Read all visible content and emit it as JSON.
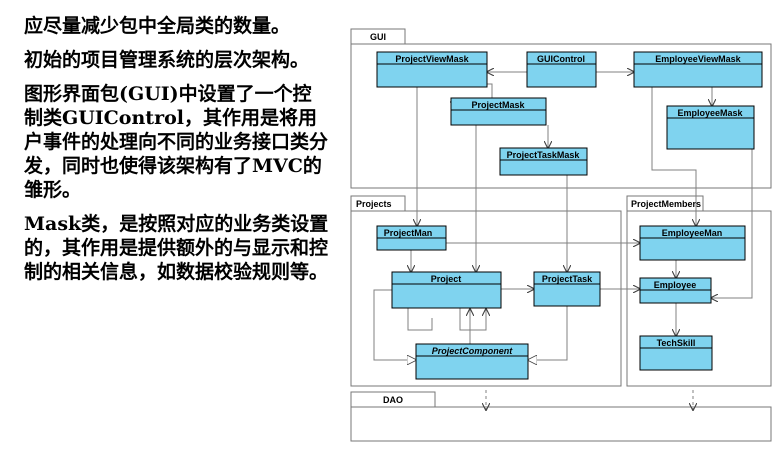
{
  "text": {
    "paragraphs": [
      "应尽量减少包中全局类的数量。",
      "初始的项目管理系统的层次架构。",
      "图形界面包(GUI)中设置了一个控制类GUIControl，其作用是将用户事件的处理向不同的业务接口类分发，同时也使得该架构有了MVC的雏形。",
      "Mask类，是按照对应的业务类设置的，其作用是提供额外的与显示和控制的相关信息，如数据校验规则等。"
    ]
  },
  "diagram": {
    "packages": {
      "gui": "GUI",
      "projects": "Projects",
      "members": "ProjectMembers",
      "dao": "DAO"
    },
    "classes": {
      "projectViewMask": "ProjectViewMask",
      "guiControl": "GUIControl",
      "employeeViewMask": "EmployeeViewMask",
      "projectMask": "ProjectMask",
      "employeeMask": "EmployeeMask",
      "projectTaskMask": "ProjectTaskMask",
      "projectMan": "ProjectMan",
      "project": "Project",
      "projectTask": "ProjectTask",
      "projectComponent": "ProjectComponent",
      "employeeMan": "EmployeeMan",
      "employee": "Employee",
      "techSkill": "TechSkill"
    }
  },
  "colors": {
    "class_fill": "#7fd3ef",
    "class_border": "#000000",
    "line": "#808080"
  }
}
